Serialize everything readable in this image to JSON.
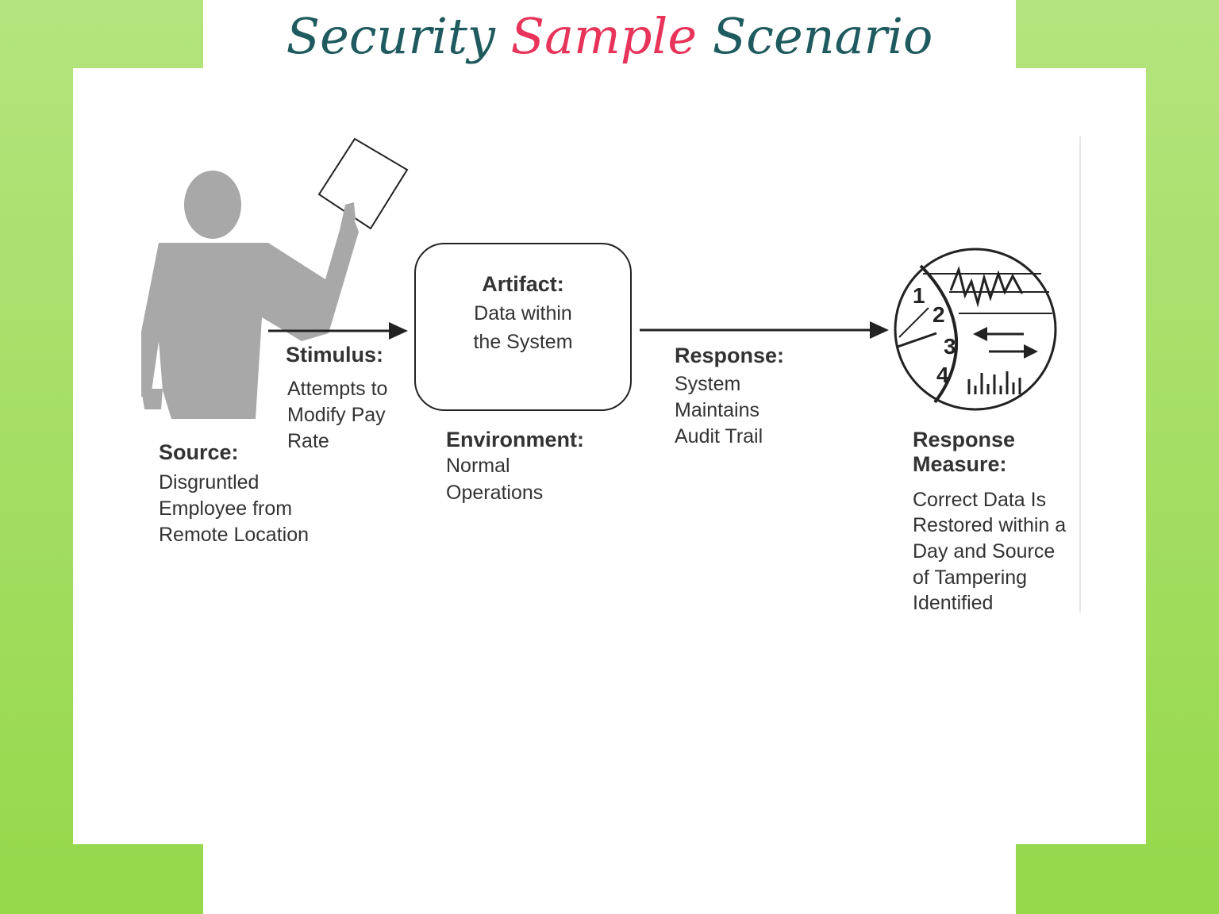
{
  "slide": {
    "title_part1": "Security",
    "title_part2": "Sample",
    "title_part3": "Scenario",
    "title_color": "#1e5a5e",
    "accent_color": "#e8335a",
    "frame_color": "#a4dc62"
  },
  "diagram": {
    "source": {
      "heading": "Source:",
      "lines": [
        "Disgruntled",
        "Employee from",
        "Remote Location"
      ]
    },
    "stimulus": {
      "heading": "Stimulus:",
      "lines": [
        "Attempts to",
        "Modify Pay",
        "Rate"
      ]
    },
    "artifact": {
      "heading": "Artifact:",
      "lines": [
        "Data within",
        "the System"
      ]
    },
    "environment": {
      "heading": "Environment:",
      "lines": [
        "Normal",
        "Operations"
      ]
    },
    "response": {
      "heading": "Response:",
      "lines": [
        "System",
        "Maintains",
        "Audit Trail"
      ]
    },
    "response_measure": {
      "heading_lines": [
        "Response",
        "Measure:"
      ],
      "lines": [
        "Correct Data Is",
        "Restored within a",
        "Day and Source",
        "of Tampering",
        "Identified"
      ]
    },
    "gauge_numbers": [
      "1",
      "2",
      "3",
      "4"
    ]
  }
}
